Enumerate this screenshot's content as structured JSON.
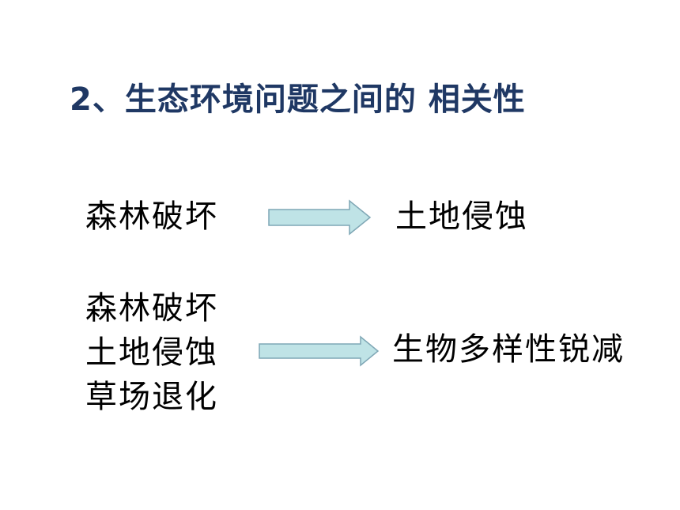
{
  "title": "2、生态环境问题之间的 相关性",
  "relation1": {
    "source": "森林破坏",
    "target": "土地侵蚀"
  },
  "relation2": {
    "sources": [
      "森林破坏",
      "土地侵蚀",
      "草场退化"
    ],
    "target": "生物多样性锐减"
  },
  "colors": {
    "title": "#1f3864",
    "arrow_fill": "#bfe3e6",
    "arrow_stroke": "#7fa7b5"
  }
}
